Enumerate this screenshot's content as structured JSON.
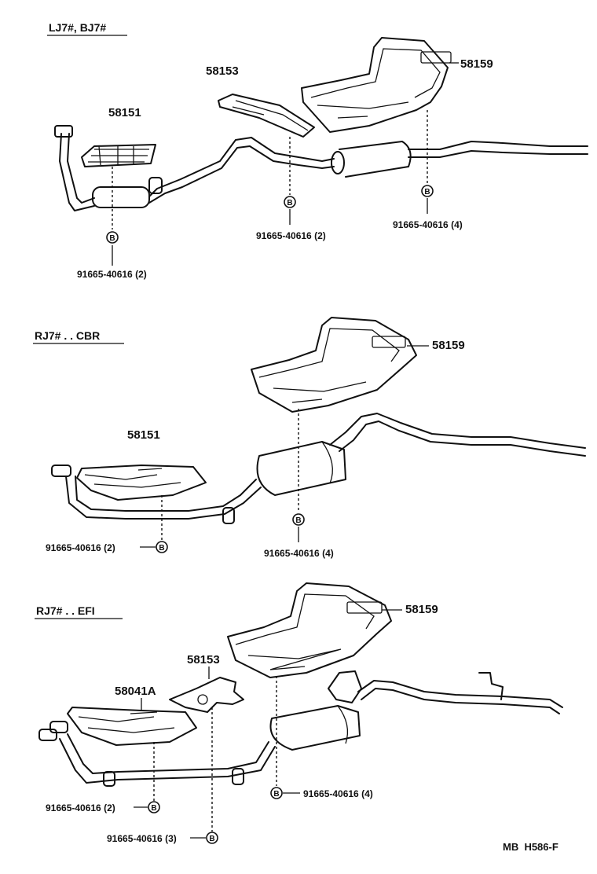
{
  "sections": [
    {
      "header": "LJ7#, BJ7#",
      "parts": [
        "58151",
        "58153",
        "58159"
      ],
      "bolts": [
        "91665-40616 (2)",
        "91665-40616 (2)",
        "91665-40616 (4)"
      ]
    },
    {
      "header": "RJ7# . . CBR",
      "parts": [
        "58151",
        "58159"
      ],
      "bolts": [
        "91665-40616 (2)",
        "91665-40616 (4)"
      ]
    },
    {
      "header": "RJ7# . . EFI",
      "parts": [
        "58041A",
        "58153",
        "58159"
      ],
      "bolts": [
        "91665-40616 (2)",
        "91665-40616 (3)",
        "91665-40616 (4)"
      ]
    }
  ],
  "bolt_marker": "B",
  "figure_code": "MB  H586-F"
}
